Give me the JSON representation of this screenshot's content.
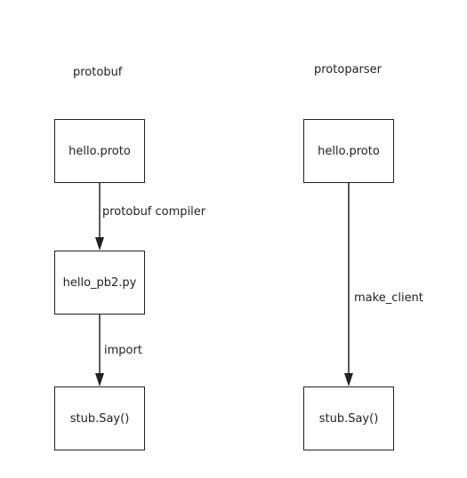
{
  "left_column": {
    "title": "protobuf",
    "boxes": [
      "hello.proto",
      "hello_pb2.py",
      "stub.Say()"
    ],
    "edges": [
      "protobuf compiler",
      "import"
    ]
  },
  "right_column": {
    "title": "protoparser",
    "boxes": [
      "hello.proto",
      "stub.Say()"
    ],
    "edges": [
      "make_client"
    ]
  },
  "colors": {
    "stroke": "#222222",
    "text": "#222222",
    "background": "#ffffff"
  }
}
